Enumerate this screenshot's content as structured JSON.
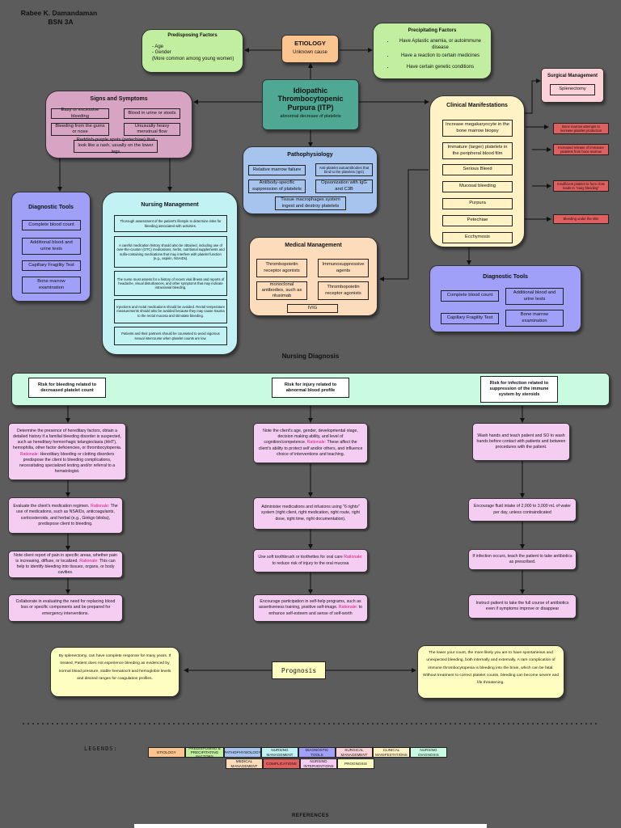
{
  "author": {
    "name": "Rabee K. Damandaman",
    "section": "BSN 3A"
  },
  "center": {
    "title": "Idiopathic Thrombocytopenic Purpura (ITP)",
    "subtitle": "abnormal decrease of platelets"
  },
  "etiology": {
    "title": "ETIOLOGY",
    "text": "Unknown cause"
  },
  "predisposing": {
    "title": "Predisposing Factors",
    "items": [
      "- Age",
      "- Gender",
      "(More common among young women)"
    ]
  },
  "precipitating": {
    "title": "Precipitating Factors",
    "items": [
      "Have Aplastic anemia, or autoimmune disease",
      "Have a reaction to certain medicines",
      "Have certain genetic conditions"
    ]
  },
  "surgical": {
    "title": "Surgical Management",
    "item": "Splenectomy"
  },
  "signs": {
    "title": "Signs and Symptoms",
    "items": [
      "Easy or excessive bleeding",
      "Blood in urine or stools",
      "Bleeding from the gums or nose",
      "Unusually heavy menstrual flow",
      "Reddish-purple spots (petechiae) that look like a rash, usually on the lower legs"
    ]
  },
  "clinical": {
    "title": "Clinical Manifestations",
    "items": [
      "Increase megakaryocyte in the bone marrow biopsy",
      "Immature (larger) platelets in the peripheral blood film",
      "Serious Bleed",
      "Mucosal bleeding",
      "Purpura",
      "Petechiae",
      "Ecchymosis"
    ],
    "notes": [
      "Bone marrow attempts to increase platelet production",
      "Increased release of immature platelets from bone marrow",
      "Insufficient platelet to form clots leads to \"easy bleeding\"",
      "Bleeding under the skin"
    ]
  },
  "patho": {
    "title": "Pathophysiology",
    "items": [
      "Relative marrow failure",
      "Anti-platelet autoantibodies that bind to the platelets (IgG)",
      "Antibody-specific suppression of platelets",
      "Opsonization with IgG and C3B",
      "Tissue macrophages system ingest and destroy platelets"
    ]
  },
  "diag_left": {
    "title": "Diagnostic Tools",
    "items": [
      "Complete blood count",
      "Additional blood and urine tests",
      "Capillary Fragility Test",
      "Bone marrow examination"
    ]
  },
  "diag_right": {
    "title": "Diagnostic Tools",
    "items": [
      "Complete blood count",
      "Additional blood and urine tests",
      "Capillary Fragility Test",
      "Bone marrow examination"
    ]
  },
  "nursing_mgmt": {
    "title": "Nursing Management",
    "items": [
      "Thorough assessment of the patient's lifestyle to determine risks for bleeding associated with activities.",
      "A careful medication history should also be obtained, including use of over-the-counter (OTC) medications, herbs, nutritional supplements and sulfa-containing medications that may interfere with platelet function (e.g., aspirin, NSAIDs).",
      "The nurse must assess for a history of recent viral illness and reports of headache, visual disturbances, and other symptoms that may indicate intracranial bleeding.",
      "Injections and rectal medications should be avoided. Rectal temperature measurements should also be avoided because they may cause trauma to the rectal mucosa and stimulate bleeding.",
      "Patients and their partners should be counseled to avoid vigorous sexual intercourse when platelet counts are low."
    ]
  },
  "medical": {
    "title": "Medical Management",
    "items": [
      "Thrombopoietin receptor agonists",
      "Immunosuppressive agents",
      "monoclonal antibodies, such as rituximab",
      "Thrombopoietin receptor agonists",
      "IVIG"
    ]
  },
  "diagnosis": {
    "title": "Nursing Diagnosis",
    "items": [
      "Risk for bleeding related to decreased platelet count",
      "Risk for injury related to abnormal blood profile",
      "Risk for infection related to suppression of the immune system by steroids"
    ]
  },
  "rationale_word": "Rationale:",
  "col1": [
    {
      "pre": "Determine the presence of hereditary factors, obtain a detailed history if a familial bleeding disorder is suspected, such as hereditary hemorrhagic telangiectasia (HHT), hemophilia, other factor deficiencies, or thrombocytopenia.",
      "post": "Hereditary bleeding or clotting disorders predispose the client to bleeding complications, necessitating specialized testing and/or referral to a hematologist."
    },
    {
      "pre": "Evaluate the client's medication regimen.",
      "post": "The use of medications, such as NSAIDs, anticoagulants, corticosteroids, and herbal (e.g., Ginkgo biloba), predispose client to bleeding."
    },
    {
      "pre": "Note client report of pain in specific areas, whether pain is increasing, diffuse, or localized.",
      "post": "This can help to identify bleeding into tissues, organs, or body cavities."
    },
    {
      "pre": "Collaborate in evaluating the need for replacing blood loss or specific components and be prepared for emergency interventions.",
      "post": ""
    }
  ],
  "col2": [
    {
      "pre": "Note the client's age, gender, developmental stage, decision making ability, and level of cognition/competence.",
      "post": "These affect the client's ability to protect self and/or others, and influence choice of interventions and teaching."
    },
    {
      "pre": "Administer medications and infusions using \"6 rights\" system (right client, right medication, right route, right dose, right time, right documentation).",
      "post": ""
    },
    {
      "pre": "Use soft toothbrush or toothettes for oral care",
      "post": "to reduce risk of injury to the oral mucosa"
    },
    {
      "pre": "Encourage participation in self-help programs, such as assertiveness training, positive self-image.",
      "post": "to enhance self-esteem and sense of self-worth"
    }
  ],
  "col3": [
    "Wash hands and teach patient and SO to wash hands before contact with patients and between procedures with the patient.",
    "Encourage fluid intake of 2,000 to 3,000 mL of water per day, unless contraindicated",
    "If infection occurs, teach the patient to take antibiotics as prescribed.",
    "Instruct patient to take the full course of antibiotics even if symptoms improve or disappear"
  ],
  "prognosis": {
    "title": "Prognosis",
    "left": "By splenectomy, can have complete response for many years. If treated, Patient does not experience bleeding as evidenced by normal blood pressure, stable hematocrit and hemoglobin levels and desired ranges for coagulation profiles.",
    "right": "The lower your count, the more likely you are to have spontaneous and unexpected bleeding, both internally and externally. A rare complication of immune thrombocytopenia is bleeding into the brain, which can be fatal. Without treatment to correct platelet counts, bleeding can become severe and life threatening."
  },
  "legend": {
    "title": "LEGENDS:",
    "row1": [
      {
        "label": "ETIOLOGY",
        "color": "#fcc48f"
      },
      {
        "label": "PREDISPOSING & PRECIPITATING FACTORS",
        "color": "#c2eea0"
      },
      {
        "label": "PATHOPHYSIOLOGY",
        "color": "#a7c4ee"
      },
      {
        "label": "NURSING MANAGEMENT",
        "color": "#c2f2f4"
      },
      {
        "label": "DIAGNOSTIC TOOLS",
        "color": "#a0a0f8"
      },
      {
        "label": "SURGICAL MANAGEMENT",
        "color": "#fcd2d8"
      },
      {
        "label": "CLINICAL MANIFESTATIONS",
        "color": "#fff2c4"
      },
      {
        "label": "NURSING DIAGNOSIS",
        "color": "#c9fbe0"
      }
    ],
    "row2": [
      {
        "label": "MEDICAL MANAGEMENT",
        "color": "#fddcbc"
      },
      {
        "label": "COMPLICATIONS",
        "color": "#e06060"
      },
      {
        "label": "NURSING INTERVENTIONS",
        "color": "#f6cdf2"
      },
      {
        "label": "PROGNOSIS",
        "color": "#fefec0"
      }
    ]
  },
  "references_title": "REFERENCES"
}
